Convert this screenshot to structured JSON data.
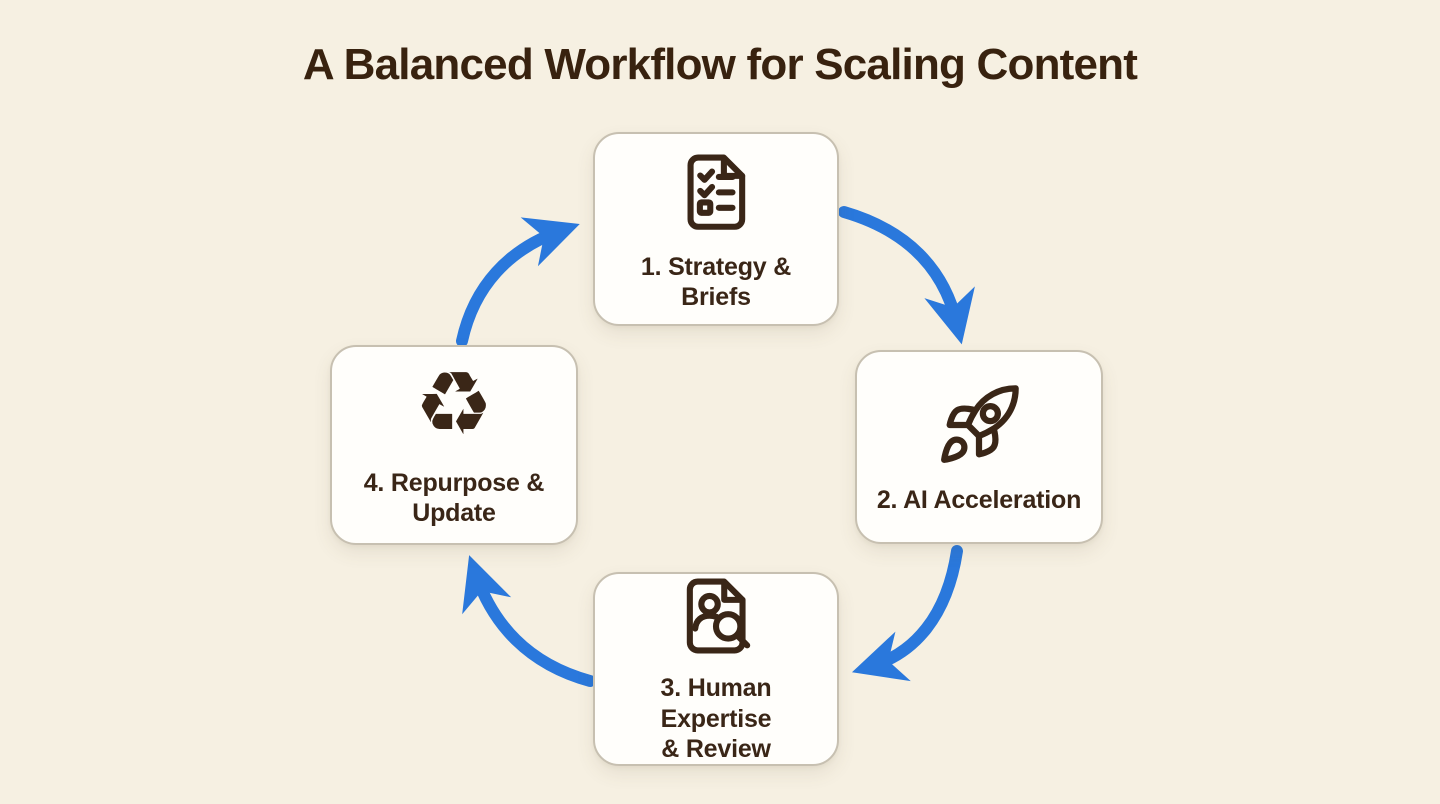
{
  "title": "A Balanced Workflow for Scaling Content",
  "colors": {
    "background": "#f6f0e2",
    "card_background": "#fffefb",
    "card_border": "#c7c0b1",
    "text_brown": "#3a2617",
    "arrow_blue": "#2a78dc"
  },
  "steps": [
    {
      "id": 1,
      "position": "top",
      "icon": "checklist-document-icon",
      "label": "1. Strategy & Briefs",
      "lines": [
        "1. Strategy &",
        "Briefs"
      ]
    },
    {
      "id": 2,
      "position": "right",
      "icon": "rocket-icon",
      "label": "2. AI Acceleration",
      "lines": [
        "2. AI Acceleration"
      ]
    },
    {
      "id": 3,
      "position": "bottom",
      "icon": "document-person-magnifier-icon",
      "label": "3. Human Expertise & Review",
      "lines": [
        "3. Human Expertise",
        "& Review"
      ]
    },
    {
      "id": 4,
      "position": "left",
      "icon": "recycle-icon",
      "glyph": "♻",
      "label": "4. Repurpose & Update",
      "lines": [
        "4. Repurpose &",
        "Update"
      ]
    }
  ],
  "flow": {
    "direction": "clockwise",
    "connections": [
      "1→2",
      "2→3",
      "3→4",
      "4→1"
    ]
  }
}
